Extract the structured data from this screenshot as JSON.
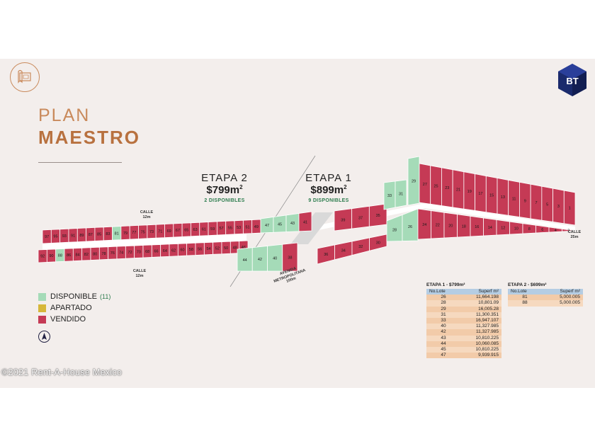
{
  "brand": {
    "logo_text": "BT"
  },
  "title": {
    "line1": "PLAN",
    "line2": "MAESTRO"
  },
  "etapas": [
    {
      "name": "ETAPA 1",
      "price": "$899",
      "unit": "m",
      "unit_sup": "2",
      "available": "9 DISPONIBLES"
    },
    {
      "name": "ETAPA 2",
      "price": "$799",
      "unit": "m",
      "unit_sup": "2",
      "available": "2 DISPONIBLES"
    }
  ],
  "streets": [
    {
      "name": "CALLE",
      "width": "12m"
    },
    {
      "name": "CALLE",
      "width": "12m"
    },
    {
      "name": "CALLE",
      "width": "25m"
    },
    {
      "name": "AVENIDA",
      "line2": "METROPOLITANA",
      "width": "100m"
    }
  ],
  "legend": [
    {
      "label": "DISPONIBLE",
      "count": "(11)"
    },
    {
      "label": "APARTADO"
    },
    {
      "label": "VENDIDO"
    }
  ],
  "status_colors": {
    "disponible": "#a5dbb8",
    "apartado": "#d6b73a",
    "vendido": "#c53a55"
  },
  "lots": {
    "available": [
      "26",
      "28",
      "29",
      "31",
      "33",
      "40",
      "42",
      "43",
      "44",
      "45",
      "47",
      "81",
      "88"
    ],
    "west_top": [
      "97",
      "95",
      "93",
      "91",
      "89",
      "87",
      "85",
      "83",
      "81",
      "79",
      "77",
      "75",
      "73",
      "71",
      "69",
      "67",
      "65",
      "63",
      "61",
      "59",
      "57",
      "55",
      "53",
      "51",
      "49"
    ],
    "west_bottom": [
      "92",
      "90",
      "88",
      "86",
      "84",
      "82",
      "80",
      "78",
      "76",
      "74",
      "72",
      "70",
      "68",
      "66",
      "64",
      "62",
      "60",
      "58",
      "56",
      "54",
      "52",
      "50",
      "48",
      "46"
    ],
    "center_top": [
      "47",
      "45",
      "43",
      "41"
    ],
    "center_bottom": [
      "44",
      "42",
      "40",
      "38"
    ],
    "mid_top": [
      "39",
      "37",
      "35"
    ],
    "mid_bottom": [
      "36",
      "34",
      "32",
      "30"
    ],
    "tall": [
      "33",
      "31",
      "29"
    ],
    "east_top": [
      "27",
      "25",
      "23",
      "21",
      "19",
      "17",
      "15",
      "13",
      "11",
      "9",
      "7",
      "5",
      "3",
      "1"
    ],
    "east_bottom": [
      "28",
      "26",
      "24",
      "22",
      "20",
      "18",
      "16",
      "14",
      "12",
      "10",
      "8",
      "6",
      "4",
      "2"
    ]
  },
  "tables": [
    {
      "title": "ETAPA 1 - $799m²",
      "headers": [
        "No.Lote",
        "Superf m²"
      ],
      "rows": [
        [
          "26",
          "11,664.198"
        ],
        [
          "28",
          "10,801.09"
        ],
        [
          "29",
          "16,005.28"
        ],
        [
          "31",
          "11,300.351"
        ],
        [
          "33",
          "16,947.107"
        ],
        [
          "40",
          "11,327.985"
        ],
        [
          "42",
          "11,327.985"
        ],
        [
          "43",
          "10,810.225"
        ],
        [
          "44",
          "10,060.085"
        ],
        [
          "45",
          "10,810.225"
        ],
        [
          "47",
          "9,939.915"
        ]
      ]
    },
    {
      "title": "ETAPA 2 - $699m²",
      "headers": [
        "No.Lote",
        "Superf m²"
      ],
      "rows": [
        [
          "81",
          "5,000.005"
        ],
        [
          "88",
          "5,000.005"
        ]
      ]
    }
  ],
  "watermark": "©2021 Rent-A-House Mexico"
}
